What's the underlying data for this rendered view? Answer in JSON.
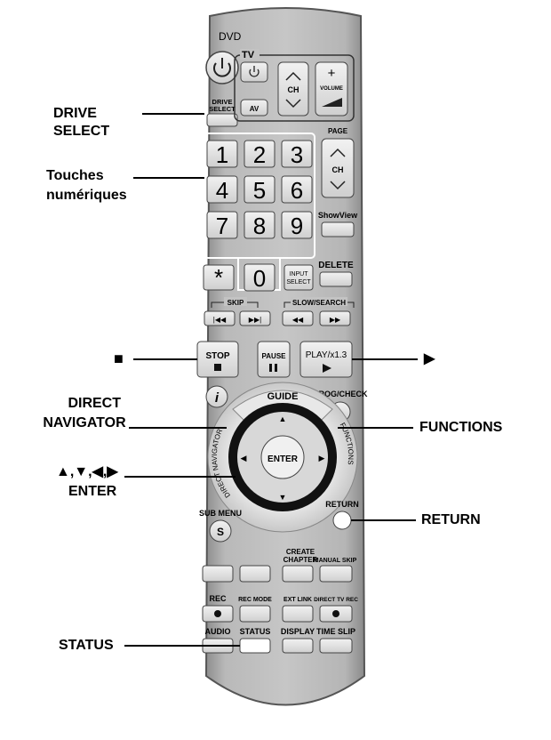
{
  "remote": {
    "dvd_label": "DVD",
    "tv_label": "TV",
    "ch_label": "CH",
    "volume_label": "VOLUME",
    "av_label": "AV",
    "drive_select_line1": "DRIVE",
    "drive_select_line2": "SELECT",
    "page_label": "PAGE",
    "page_ch_label": "CH",
    "digits": [
      "1",
      "2",
      "3",
      "4",
      "5",
      "6",
      "7",
      "8",
      "9",
      "0"
    ],
    "star_label": "*",
    "showview_label": "ShowView",
    "input_select_line1": "INPUT",
    "input_select_line2": "SELECT",
    "delete_label": "DELETE",
    "skip_label": "SKIP",
    "slow_search_label": "SLOW/SEARCH",
    "stop_label": "STOP",
    "pause_label": "PAUSE",
    "play_label": "PLAY/x1.3",
    "prog_check_label": "PROG/CHECK",
    "info_label": "i",
    "guide_label": "GUIDE",
    "direct_navigator_ring": "DIRECT NAVIGATOR",
    "functions_ring": "FUNCTIONS",
    "enter_label": "ENTER",
    "sub_menu_label": "SUB MENU",
    "s_label": "S",
    "return_label": "RETURN",
    "create_chapter_line1": "CREATE",
    "create_chapter_line2": "CHAPTER",
    "manual_skip_label": "MANUAL SKIP",
    "rec_label": "REC",
    "rec_mode_label": "REC MODE",
    "ext_link_label": "EXT LINK",
    "direct_tv_rec_label": "DIRECT TV REC",
    "audio_label": "AUDIO",
    "status_label": "STATUS",
    "display_label": "DISPLAY",
    "time_slip_label": "TIME SLIP"
  },
  "callouts": {
    "drive_select_line1": "DRIVE",
    "drive_select_line2": "SELECT",
    "numeric_line1": "Touches",
    "numeric_line2": "numériques",
    "stop_symbol": "■",
    "play_symbol": "▶",
    "direct_navigator_line1": "DIRECT",
    "direct_navigator_line2": "NAVIGATOR",
    "functions": "FUNCTIONS",
    "arrows": "▲,▼,◀,▶",
    "enter": "ENTER",
    "return": "RETURN",
    "status": "STATUS"
  }
}
